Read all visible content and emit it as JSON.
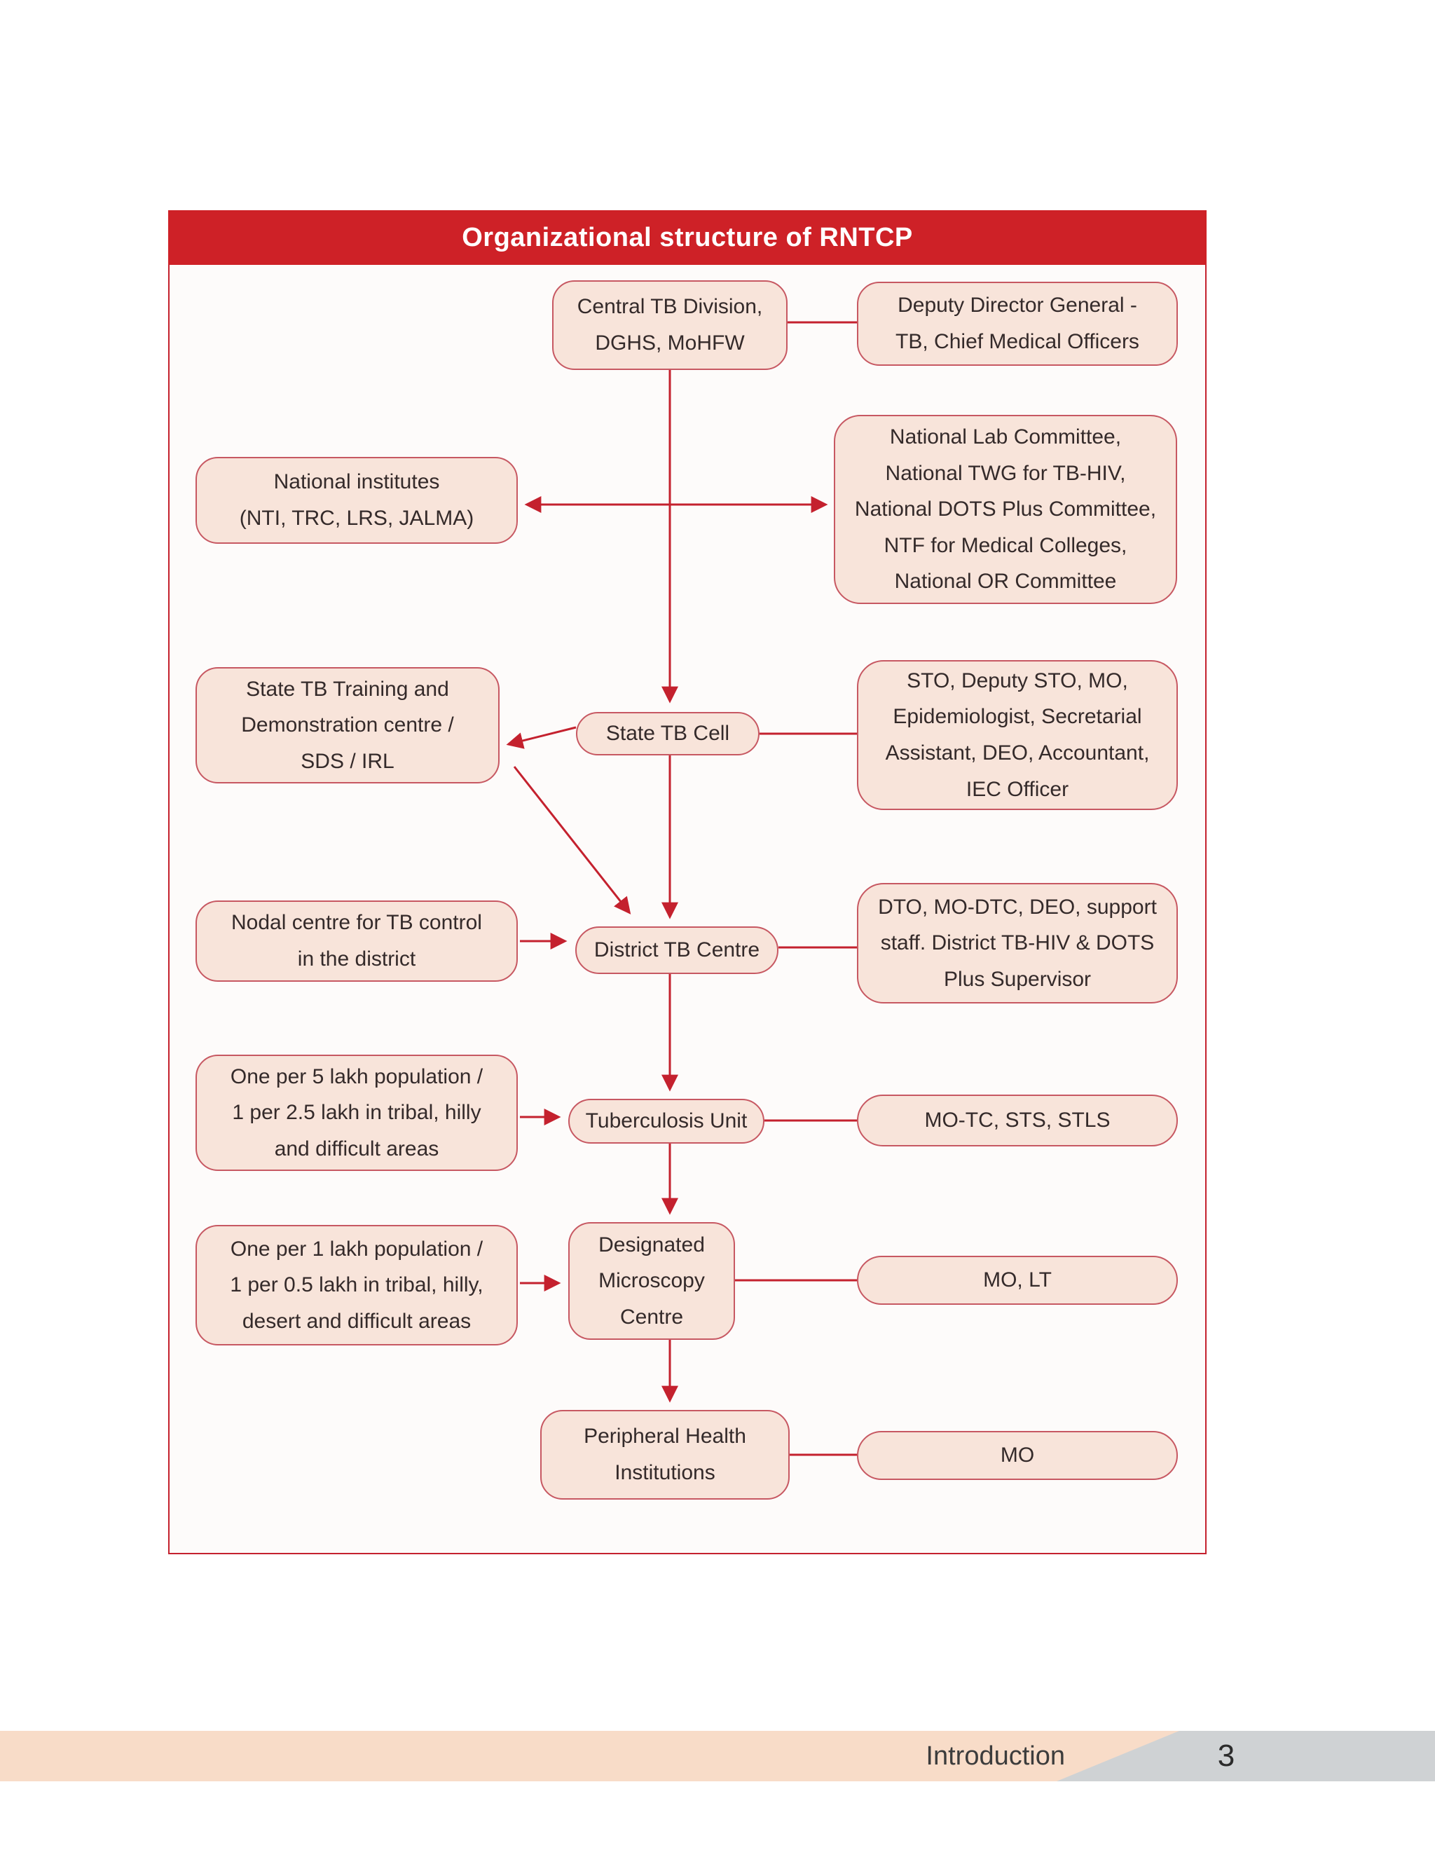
{
  "title_bar": "Organizational structure of RNTCP",
  "footer": {
    "section_label": "Introduction",
    "page_number": "3"
  },
  "colors": {
    "header_red": "#ce2127",
    "line_red": "#c4212e",
    "box_fill": "#f8e4da",
    "box_border": "#c75862",
    "footer_peach": "#f8dcc8",
    "footer_gray": "#cfd2d4"
  },
  "nodes": {
    "central_tb_division": [
      "Central TB Division,",
      "DGHS, MoHFW"
    ],
    "deputy_director_general": [
      "Deputy Director General -",
      "TB, Chief Medical Officers"
    ],
    "national_institutes": [
      "National institutes",
      "(NTI, TRC, LRS, JALMA)"
    ],
    "national_committees": [
      "National Lab Committee,",
      "National TWG for TB-HIV,",
      "National DOTS Plus Committee,",
      "NTF for Medical Colleges,",
      "National OR Committee"
    ],
    "state_tb_training": [
      "State TB Training and",
      "Demonstration centre /",
      "SDS / IRL"
    ],
    "state_tb_cell": "State TB Cell",
    "state_staff": [
      "STO, Deputy STO, MO,",
      "Epidemiologist, Secretarial",
      "Assistant, DEO, Accountant,",
      "IEC Officer"
    ],
    "nodal_centre": [
      "Nodal centre for TB control",
      "in the district"
    ],
    "district_tb_centre": "District TB Centre",
    "district_staff": [
      "DTO, MO-DTC, DEO, support",
      "staff. District TB-HIV & DOTS",
      "Plus Supervisor"
    ],
    "tu_norm": [
      "One per 5 lakh population /",
      "1 per 2.5 lakh in tribal, hilly",
      "and difficult areas"
    ],
    "tuberculosis_unit": "Tuberculosis Unit",
    "tu_staff": "MO-TC, STS, STLS",
    "dmc_norm": [
      "One per 1 lakh population /",
      "1 per 0.5 lakh in tribal, hilly,",
      "desert and difficult areas"
    ],
    "designated_microscopy_centre": [
      "Designated",
      "Microscopy",
      "Centre"
    ],
    "dmc_staff": "MO, LT",
    "peripheral_health_institutions": [
      "Peripheral Health",
      "Institutions"
    ],
    "peripheral_staff": "MO"
  }
}
